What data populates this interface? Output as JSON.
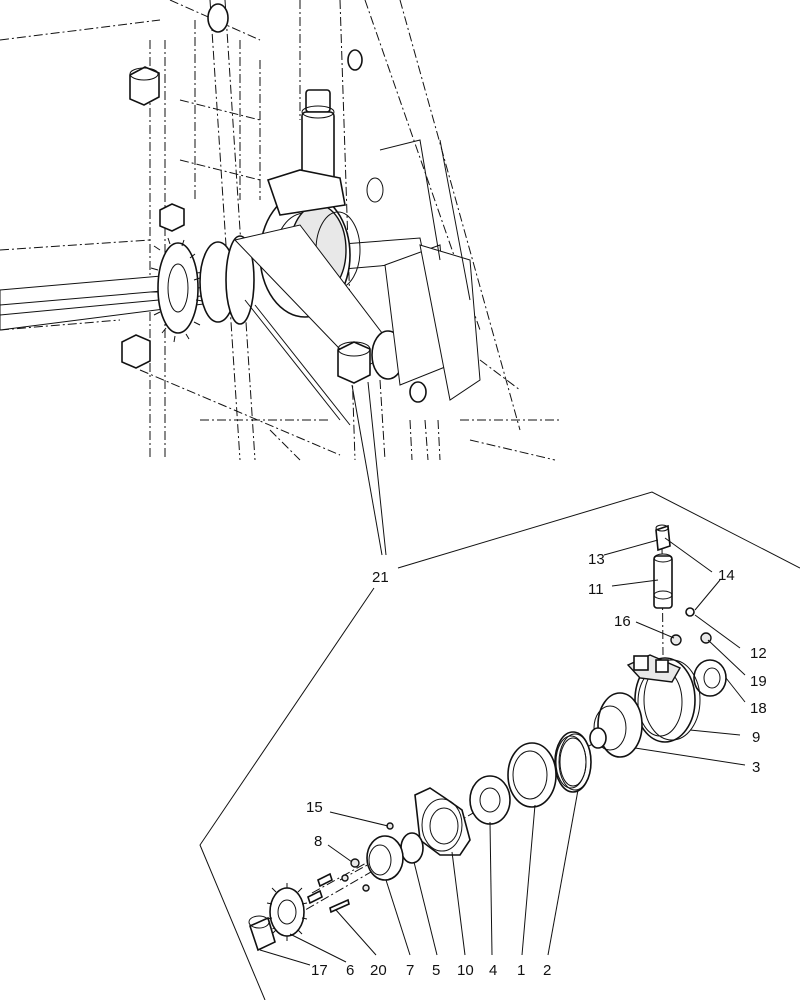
{
  "callouts": [
    {
      "id": "13",
      "text": "13"
    },
    {
      "id": "14",
      "text": "14"
    },
    {
      "id": "11",
      "text": "11"
    },
    {
      "id": "21",
      "text": "21"
    },
    {
      "id": "16",
      "text": "16"
    },
    {
      "id": "12",
      "text": "12"
    },
    {
      "id": "19",
      "text": "19"
    },
    {
      "id": "18",
      "text": "18"
    },
    {
      "id": "9",
      "text": "9"
    },
    {
      "id": "3",
      "text": "3"
    },
    {
      "id": "15",
      "text": "15"
    },
    {
      "id": "8",
      "text": "8"
    },
    {
      "id": "17",
      "text": "17"
    },
    {
      "id": "6",
      "text": "6"
    },
    {
      "id": "20",
      "text": "20"
    },
    {
      "id": "7",
      "text": "7"
    },
    {
      "id": "5",
      "text": "5"
    },
    {
      "id": "10",
      "text": "10"
    },
    {
      "id": "4",
      "text": "4"
    },
    {
      "id": "1",
      "text": "1"
    },
    {
      "id": "2",
      "text": "2"
    }
  ]
}
